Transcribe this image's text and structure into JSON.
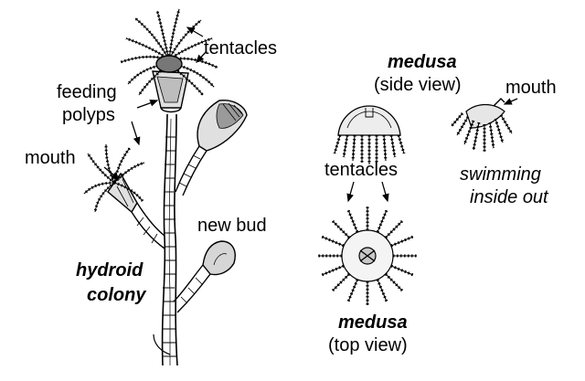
{
  "labels": {
    "tentacles_top": "tentacles",
    "feeding": "feeding",
    "polyps": "polyps",
    "mouth_left": "mouth",
    "new_bud": "new bud",
    "hydroid": "hydroid",
    "colony": "colony",
    "medusa_side_title": "medusa",
    "side_view": "(side view)",
    "mouth_right": "mouth",
    "swimming": "swimming",
    "inside_out": "inside out",
    "tentacles_mid": "tentacles",
    "medusa_top_title": "medusa",
    "top_view": "(top view)"
  },
  "colors": {
    "ink": "#000000",
    "fill_light": "#d8d8d8",
    "fill_mid": "#b5b5b5",
    "background": "#ffffff"
  }
}
